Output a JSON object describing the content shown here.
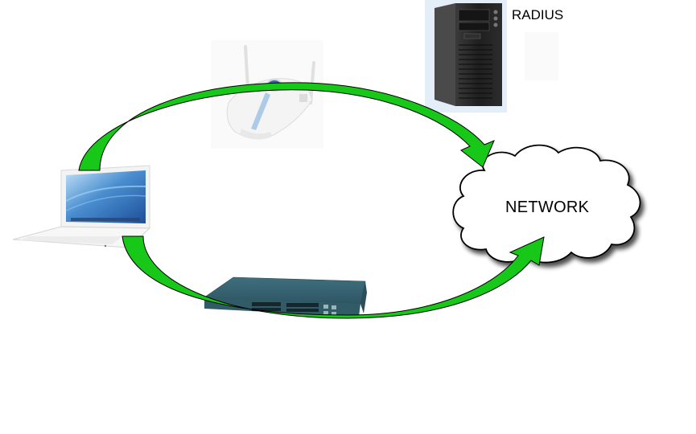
{
  "diagram": {
    "nodes": [
      {
        "id": "laptop",
        "type": "client",
        "label": ""
      },
      {
        "id": "access_point",
        "type": "wireless-access-point",
        "label": ""
      },
      {
        "id": "switch",
        "type": "ethernet-switch",
        "label": ""
      },
      {
        "id": "radius_server",
        "type": "server",
        "label": "RADIUS"
      },
      {
        "id": "network",
        "type": "cloud",
        "label": "NETWORK"
      }
    ],
    "edges": [
      {
        "from": "laptop",
        "via": "access_point",
        "to": "network",
        "style": "curved-arrow",
        "path": "top"
      },
      {
        "from": "laptop",
        "via": "switch",
        "to": "network",
        "style": "curved-arrow",
        "path": "bottom"
      }
    ],
    "colors": {
      "arrow_fill": "#18c818",
      "arrow_stroke": "#000000",
      "cloud_fill": "#ffffff",
      "cloud_stroke": "#000000",
      "switch_body": "#3d6a78",
      "server_body": "#2b2b2b"
    }
  }
}
